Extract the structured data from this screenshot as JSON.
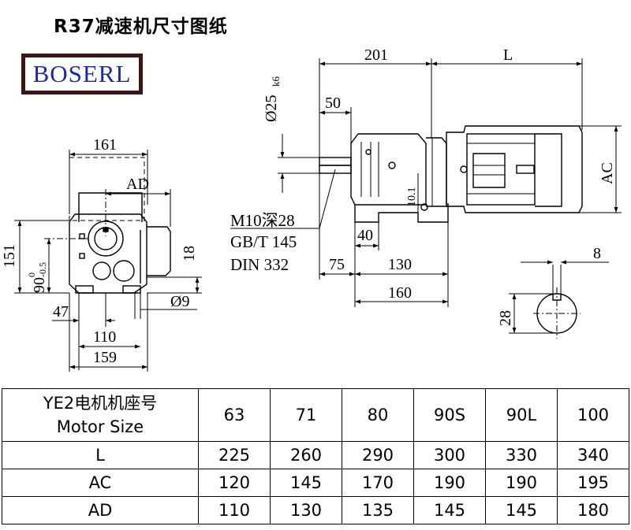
{
  "title": "R37减速机尺寸图纸",
  "logo": "BOSERL",
  "dimensions": {
    "front_161": "161",
    "front_ad": "AD",
    "front_151": "151",
    "front_18": "18",
    "front_47": "47",
    "front_9": "Ø9",
    "front_110": "110",
    "front_159": "159",
    "side_201": "201",
    "side_l": "L",
    "side_shaft": "Ø25",
    "side_shaft_tol": "k6",
    "side_50": "50",
    "side_ac": "AC",
    "side_10": "10.1",
    "side_40": "40",
    "side_75": "75",
    "side_130": "130",
    "side_160": "160",
    "key_8": "8",
    "key_28": "28"
  },
  "height_dim": {
    "base": "90",
    "upper": "0",
    "lower": "-0.5"
  },
  "notes": {
    "line1": "M10深28",
    "line2": "GB/T 145",
    "line3": "DIN 332"
  },
  "table": {
    "header_line1": "YE2电机机座号",
    "header_line2": "Motor Size",
    "sizes": [
      "63",
      "71",
      "80",
      "90S",
      "90L",
      "100"
    ],
    "rows": [
      {
        "label": "L",
        "values": [
          "225",
          "260",
          "290",
          "300",
          "330",
          "340"
        ]
      },
      {
        "label": "AC",
        "values": [
          "120",
          "145",
          "170",
          "190",
          "190",
          "195"
        ]
      },
      {
        "label": "AD",
        "values": [
          "110",
          "130",
          "135",
          "145",
          "145",
          "180"
        ]
      }
    ]
  }
}
